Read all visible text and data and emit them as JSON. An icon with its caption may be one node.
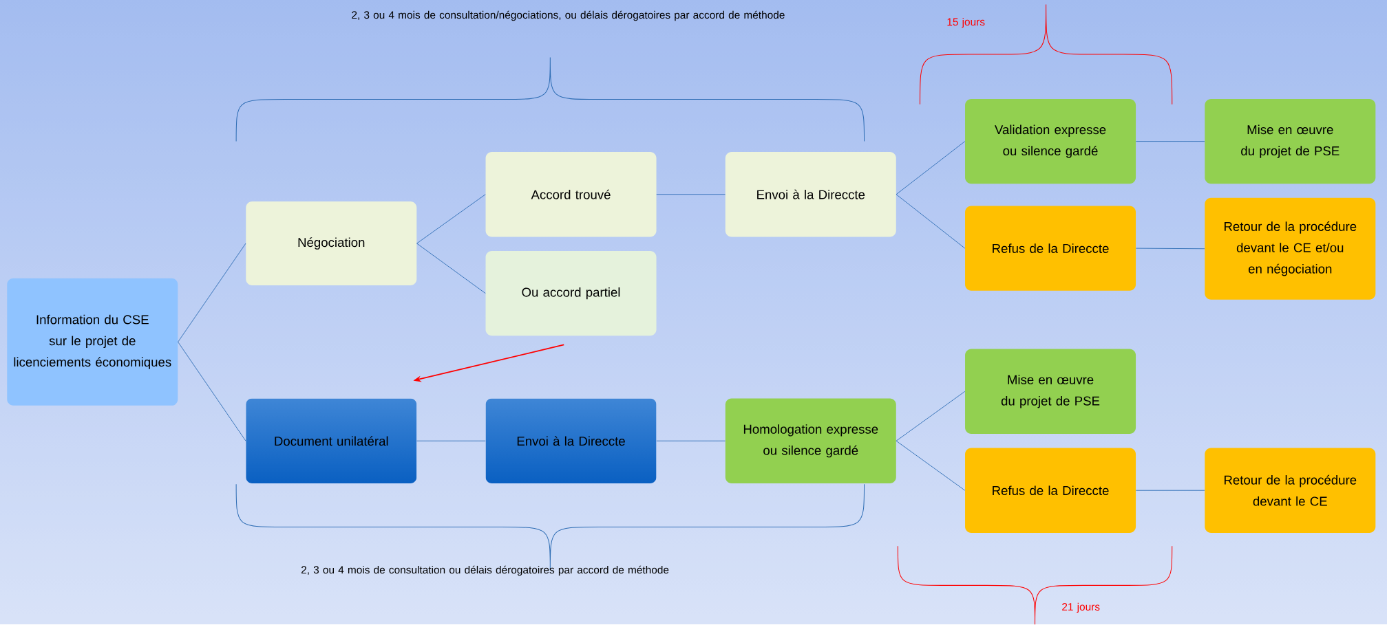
{
  "diagram": {
    "nodes": [
      {
        "text": [
          "Information du CSE sur le projet de licenciements économiques"
        ]
      },
      {
        "text": [
          "Négociation"
        ]
      },
      {
        "text": [
          "Accord trouvé"
        ]
      },
      {
        "text": [
          "Ou accord partiel"
        ]
      },
      {
        "text": [
          "Envoi à la Direccte"
        ]
      },
      {
        "text": [
          "Validation expresse ou silence gardé"
        ]
      },
      {
        "text": [
          "Mise en œuvre du projet de PSE"
        ]
      },
      {
        "text": [
          "Refus de la Direccte"
        ]
      },
      {
        "text": [
          "Retour de la procédure devant le CE et/ou en négociation"
        ]
      },
      {
        "text": [
          "Document unilatéral"
        ]
      },
      {
        "text": [
          "Envoi à la Direccte"
        ]
      },
      {
        "text": [
          "Homologation expresse ou silence gardé"
        ]
      },
      {
        "text": [
          "Mise en œuvre du projet de PSE"
        ]
      },
      {
        "text": [
          "Refus de la Direccte"
        ]
      },
      {
        "text": [
          "Retour de la procédure devant le CE"
        ]
      }
    ],
    "edges": [
      {
        "from": 0,
        "to": 1,
        "arrow": "none"
      },
      {
        "from": 0,
        "to": 9,
        "arrow": "none"
      },
      {
        "from": 1,
        "to": 2,
        "arrow": "none"
      },
      {
        "from": 1,
        "to": 3,
        "arrow": "none"
      },
      {
        "from": 2,
        "to": 4,
        "arrow": "none"
      },
      {
        "from": 4,
        "to": 5,
        "arrow": "none"
      },
      {
        "from": 4,
        "to": 7,
        "arrow": "none"
      },
      {
        "from": 5,
        "to": 6,
        "arrow": "none"
      },
      {
        "from": 7,
        "to": 8,
        "arrow": "none"
      },
      {
        "from": 3,
        "to": 9,
        "arrow": "to",
        "color": "#ff0000"
      },
      {
        "from": 9,
        "to": 10,
        "arrow": "none"
      },
      {
        "from": 10,
        "to": 11,
        "arrow": "none"
      },
      {
        "from": 11,
        "to": 12,
        "arrow": "none"
      },
      {
        "from": 11,
        "to": 13,
        "arrow": "none"
      },
      {
        "from": 13,
        "to": 14,
        "arrow": "none"
      }
    ],
    "labels": [
      "2, 3 ou 4 mois de consultation/négociations, ou délais dérogatoires par accord de méthode",
      "15 jours",
      "2, 3 ou 4 mois de consultation ou délais dérogatoires par accord de méthode",
      "21 jours"
    ]
  }
}
